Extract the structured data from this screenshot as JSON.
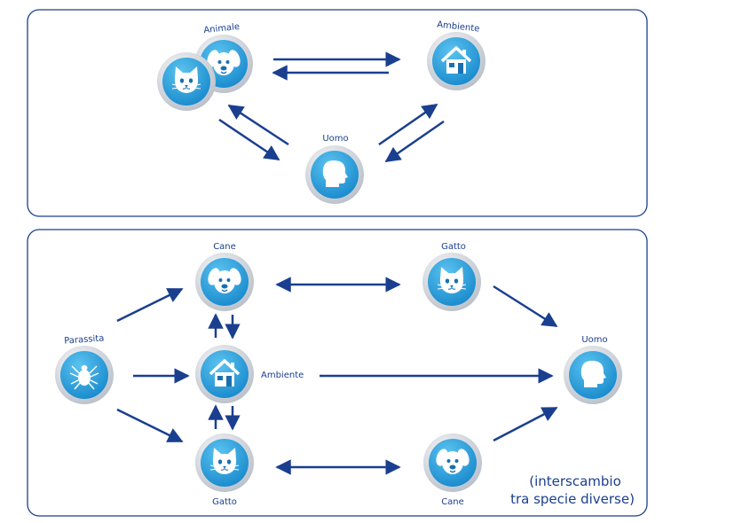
{
  "colors": {
    "accent": "#1a3f8f",
    "panel_border": "#1a3f8f",
    "node_fill": "#2aa3e0",
    "node_ring": "#c9ced6",
    "icon_fill": "#ffffff"
  },
  "top_panel": {
    "labels": {
      "animale": "Animale",
      "ambiente": "Ambiente",
      "uomo": "Uomo"
    },
    "icons": {
      "dog": "dog-icon",
      "cat": "cat-icon",
      "house": "house-icon",
      "man": "human-head-icon"
    }
  },
  "bottom_panel": {
    "labels": {
      "parassita": "Parassita",
      "cane_top": "Cane",
      "gatto_right": "Gatto",
      "ambiente": "Ambiente",
      "uomo": "Uomo",
      "gatto_bottom": "Gatto",
      "cane_bottom": "Cane"
    },
    "note_line1": "(interscambio",
    "note_line2": "tra specie diverse)",
    "icons": {
      "tick": "tick-icon",
      "dog": "dog-icon",
      "cat": "cat-icon",
      "house": "house-icon",
      "man": "human-head-icon"
    }
  }
}
